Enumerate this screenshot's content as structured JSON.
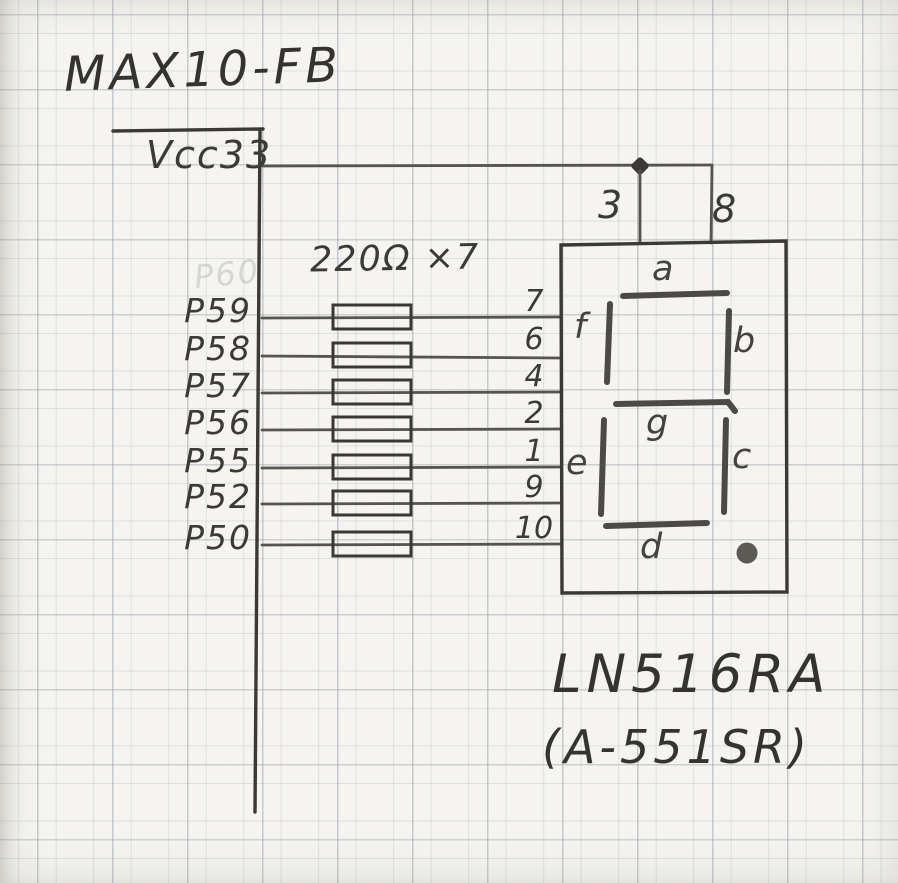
{
  "colors": {
    "paper": "#f5f4f0",
    "ink": "#3b3a36",
    "wire": "#56544e",
    "grid": "#aab2ba"
  },
  "chip": {
    "title": "MAX10-FB",
    "power_pin_label": "Vcc33",
    "erased_pin_label": "P60",
    "pins": [
      "P59",
      "P58",
      "P57",
      "P56",
      "P55",
      "P52",
      "P50"
    ]
  },
  "resistors": {
    "label": "220Ω ×7"
  },
  "display": {
    "part_number": "LN516RA",
    "alt_part_number": "(A-551SR)",
    "top_pins": [
      "3",
      "8"
    ],
    "pin_numbers": [
      "7",
      "6",
      "4",
      "2",
      "1",
      "9",
      "10"
    ],
    "segments": [
      "a",
      "b",
      "c",
      "d",
      "e",
      "f",
      "g"
    ]
  }
}
